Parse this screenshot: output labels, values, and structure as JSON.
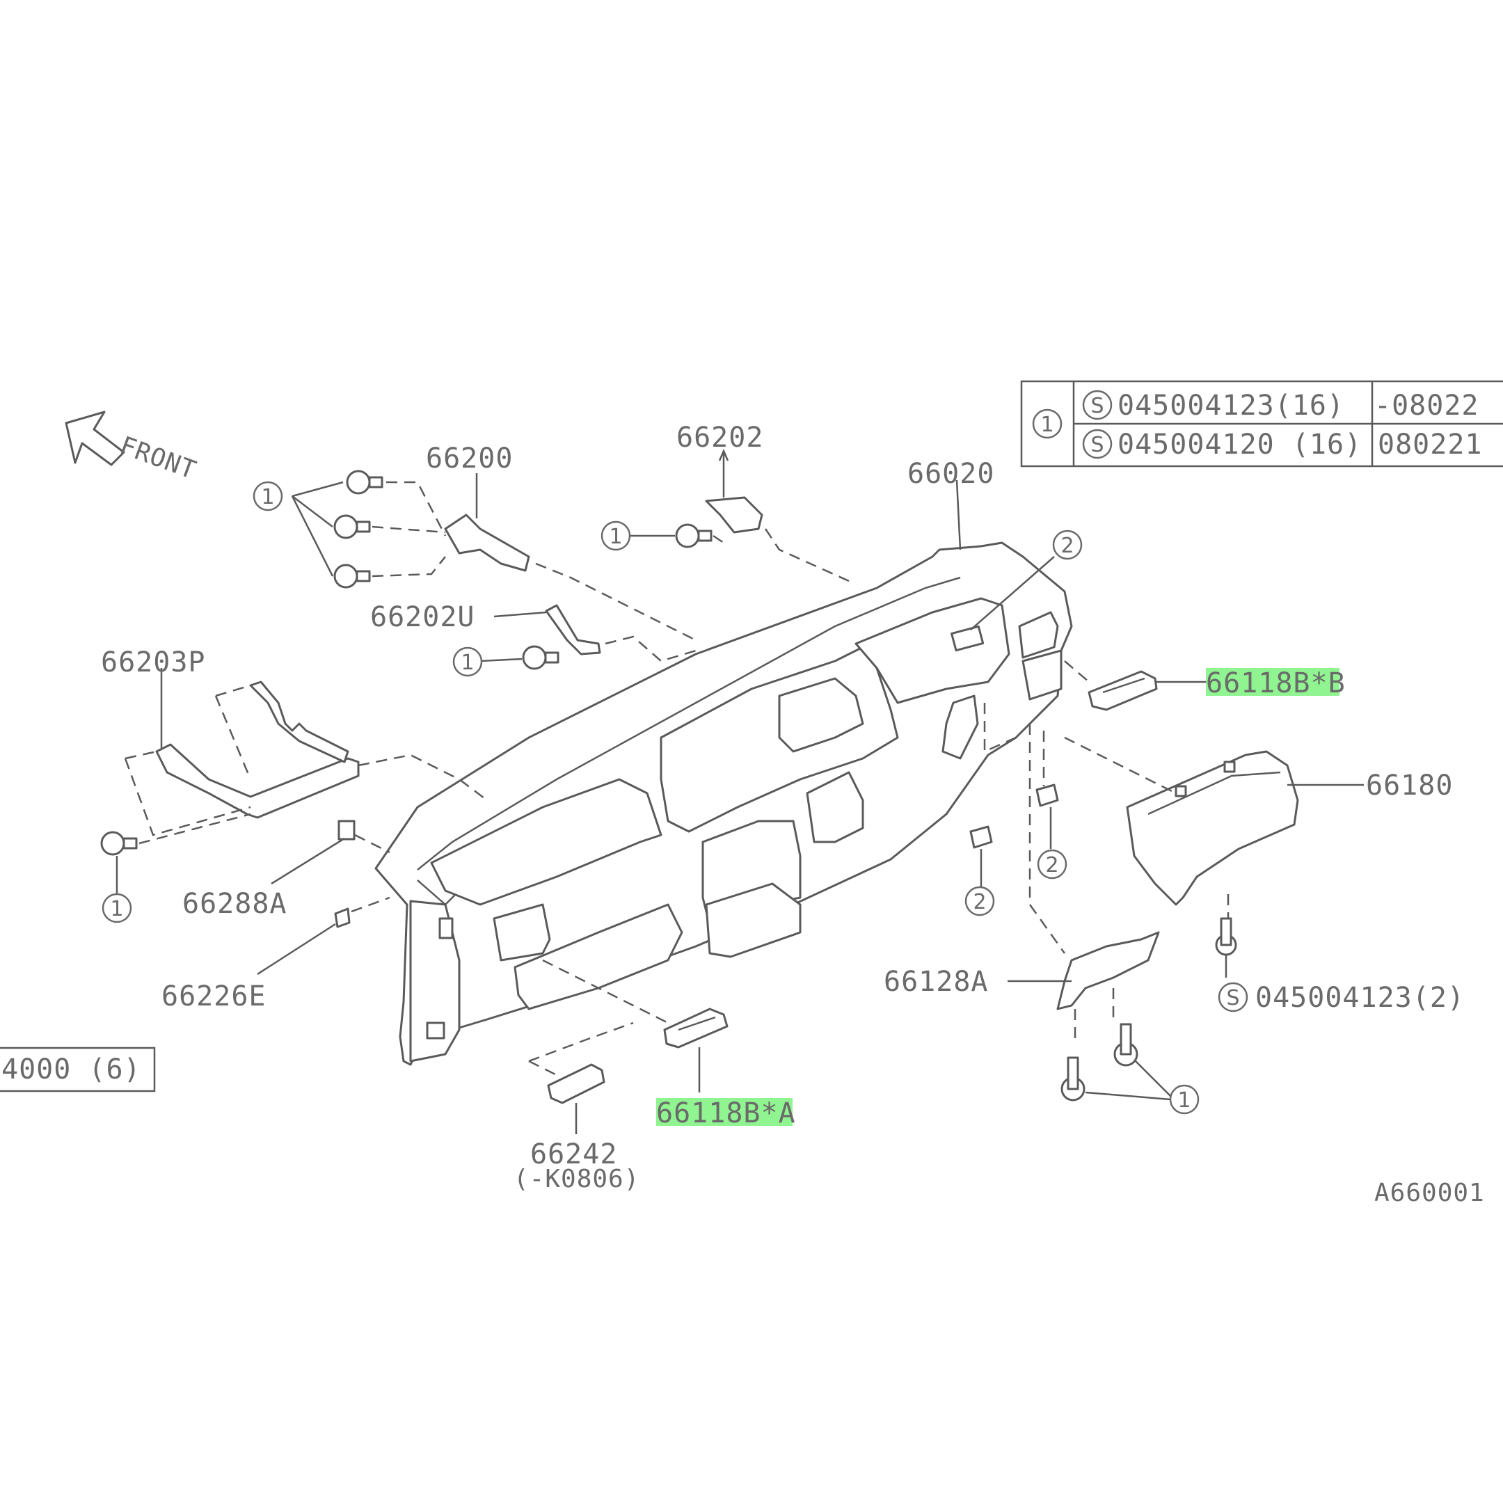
{
  "front_label": "FRONT",
  "table": {
    "ref": "1",
    "rows": [
      {
        "mark": "S",
        "part": "045004123(16)",
        "range": "-08022"
      },
      {
        "mark": "S",
        "part": "045004120 (16)",
        "range": "080221"
      }
    ]
  },
  "left_box": "4000 (6)",
  "parts": {
    "p66200": "66200",
    "p66202": "66202",
    "p66020": "66020",
    "p66202U": "66202U",
    "p66203P": "66203P",
    "p66288A": "66288A",
    "p66226E": "66226E",
    "p66118B_B": "66118B*B",
    "p66180": "66180",
    "p66128A": "66128A",
    "p66118B_A": "66118B*A",
    "p66242": "66242",
    "p66242_note": "(-K0806)",
    "screw_code": "045004123(2)",
    "screw_mark": "S",
    "diagram_code": "A660001"
  },
  "callouts": {
    "one": "1",
    "two": "2"
  },
  "colors": {
    "highlight": "#7cf27c",
    "ink": "#5a5a5a"
  }
}
